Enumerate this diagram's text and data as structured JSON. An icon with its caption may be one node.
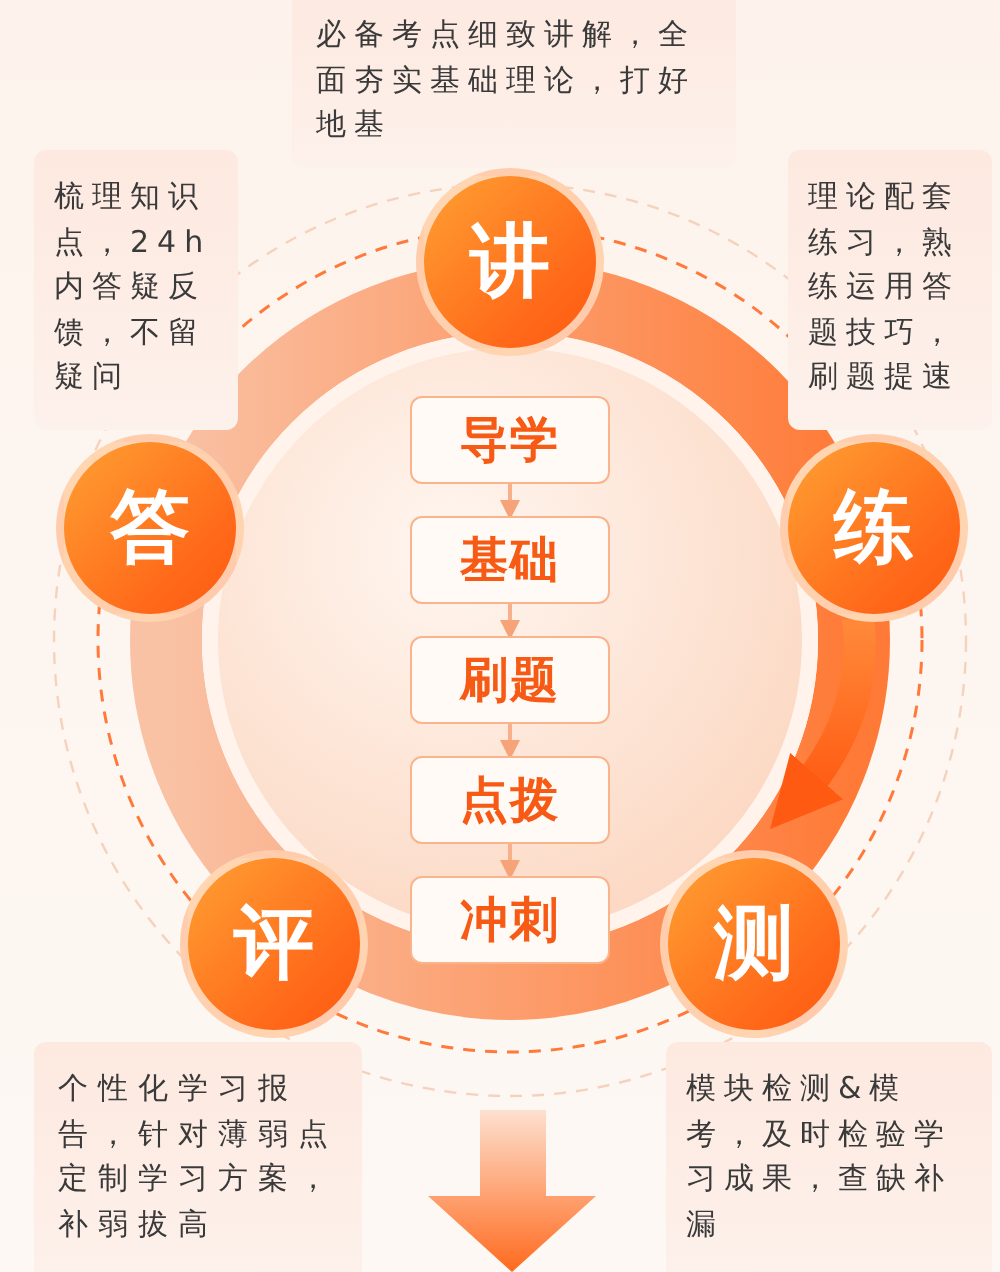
{
  "diagram": {
    "nodes": [
      {
        "text": [
          "必备考点细致讲解，全面夯实基础理论，打好地基"
        ]
      },
      {
        "text": [
          "讲"
        ]
      },
      {
        "text": [
          "梳理知识点，24h内答疑反馈，不留疑问"
        ]
      },
      {
        "text": [
          "理论配套练习，熟练运用答题技巧，刷题提速"
        ]
      },
      {
        "text": [
          "答"
        ]
      },
      {
        "text": [
          "练"
        ]
      },
      {
        "text": [
          "导学"
        ]
      },
      {
        "text": [
          "基础"
        ]
      },
      {
        "text": [
          "刷题"
        ]
      },
      {
        "text": [
          "点拨"
        ]
      },
      {
        "text": [
          "冲刺"
        ]
      },
      {
        "text": [
          "评"
        ]
      },
      {
        "text": [
          "测"
        ]
      },
      {
        "text": [
          "个性化学习报告，针对薄弱点定制学习方案，补弱拔高"
        ]
      },
      {
        "text": [
          "模块检测&模考，及时检验学习成果，查缺补漏"
        ]
      }
    ],
    "edges": [
      {
        "from": 6,
        "to": 7,
        "arrow": "to"
      },
      {
        "from": 7,
        "to": 8,
        "arrow": "to"
      },
      {
        "from": 8,
        "to": 9,
        "arrow": "to"
      },
      {
        "from": 9,
        "to": 10,
        "arrow": "to"
      },
      {
        "from": 5,
        "to": 12,
        "arrow": "to",
        "style": "thick"
      }
    ]
  }
}
